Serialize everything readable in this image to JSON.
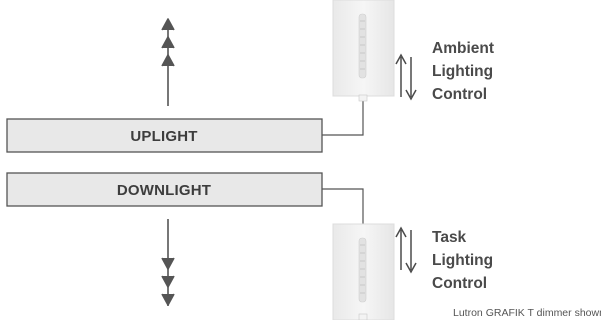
{
  "bars": {
    "uplight": "UPLIGHT",
    "downlight": "DOWNLIGHT"
  },
  "controls": {
    "ambient": {
      "line1": "Ambient",
      "line2": "Lighting",
      "line3": "Control"
    },
    "task": {
      "line1": "Task",
      "line2": "Lighting",
      "line3": "Control"
    }
  },
  "caption": "Lutron GRAFIK T dimmer shown",
  "icons": {
    "up_arrows": "triple-chevron-up-icon",
    "down_arrows": "triple-chevron-down-icon",
    "dimmer": "dimmer-switch-icon",
    "up_down": "up-down-arrows-icon"
  },
  "colors": {
    "bar_fill": "#e8e8e8",
    "bar_stroke": "#555555",
    "line": "#555555",
    "text": "#4a4a4a",
    "dimmer_fill": "#f1f1f1"
  }
}
